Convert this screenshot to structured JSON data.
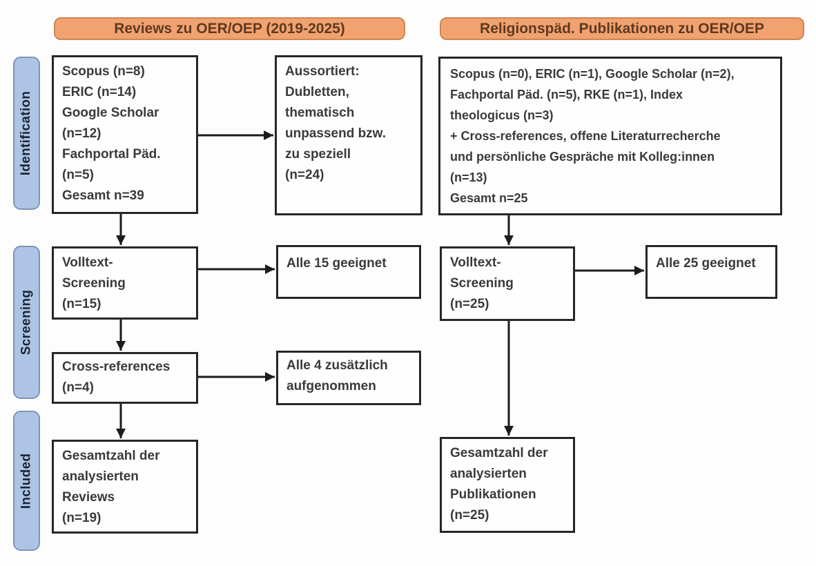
{
  "diagram": {
    "title_left": "Reviews zu OER/OEP (2019-2025)",
    "title_right": "Religionspäd. Publikationen zu OER/OEP"
  },
  "stages": {
    "identification": "Identification",
    "screening": "Screening",
    "included": "Included"
  },
  "nodes": {
    "reviews_sources": "Scopus (n=8)\nERIC (n=14)\nGoogle Scholar\n(n=12)\nFachportal Päd.\n(n=5)\nGesamt n=39",
    "reviews_excluded": "Aussortiert:\nDubletten,\nthematisch\nunpassend bzw.\nzu speziell\n(n=24)",
    "reviews_fulltext": "Volltext-\nScreening\n(n=15)",
    "reviews_fulltext_result": "Alle 15 geeignet",
    "reviews_crossref": "Cross-references\n(n=4)",
    "reviews_crossref_result": "Alle 4 zusätzlich\naufgenommen",
    "reviews_included": "Gesamtzahl der\nanalysierten\nReviews\n(n=19)",
    "pubs_sources": "Scopus (n=0), ERIC (n=1), Google Scholar (n=2),\nFachportal Päd. (n=5), RKE (n=1), Index\ntheologicus (n=3)\n+ Cross-references, offene Literaturrecherche\nund persönliche Gespräche mit Kolleg:innen\n(n=13)\nGesamt n=25",
    "pubs_fulltext": "Volltext-\nScreening\n(n=25)",
    "pubs_fulltext_result": "Alle 25 geeignet",
    "pubs_included": "Gesamtzahl der\nanalysierten\nPublikationen\n(n=25)"
  },
  "colors": {
    "header_fill": "#f1a26f",
    "header_border": "#cd8551",
    "header_text": "#5e3a21",
    "stage_fill": "#aec4e4",
    "stage_border": "#7e94b8",
    "stage_text": "#1b2434",
    "box_fill": "#fefefe",
    "box_border": "#262626",
    "box_text": "#3a3a3a",
    "arrow": "#1c1c1c",
    "background": "#fdfdfd"
  }
}
